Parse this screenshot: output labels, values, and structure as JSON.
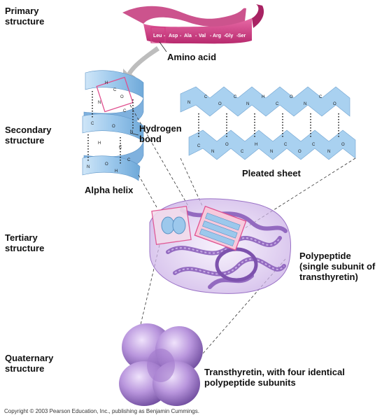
{
  "levels": {
    "primary": "Primary structure",
    "secondary": "Secondary structure",
    "tertiary": "Tertiary structure",
    "quaternary": "Quaternary structure"
  },
  "labels": {
    "amino_acid": "Amino acid",
    "hydrogen_bond": "Hydrogen bond",
    "alpha_helix": "Alpha helix",
    "pleated_sheet": "Pleated sheet",
    "polypeptide": "Polypeptide (single subunit of transthyretin)",
    "transthyretin": "Transthyretin, with four identical polypeptide subunits"
  },
  "amino_acids": [
    "Leu",
    "Asp",
    "Ala",
    "Val",
    "Arg",
    "Gly",
    "Ser"
  ],
  "copyright": "Copyright © 2003 Pearson Education, Inc., publishing as Benjamin Cummings.",
  "colors": {
    "ribbon_pink": "#d23c82",
    "helix_blue": "#9cc8ec",
    "protein_purple": "#9a6fc2",
    "highlight_pink": "#f07ab0"
  }
}
